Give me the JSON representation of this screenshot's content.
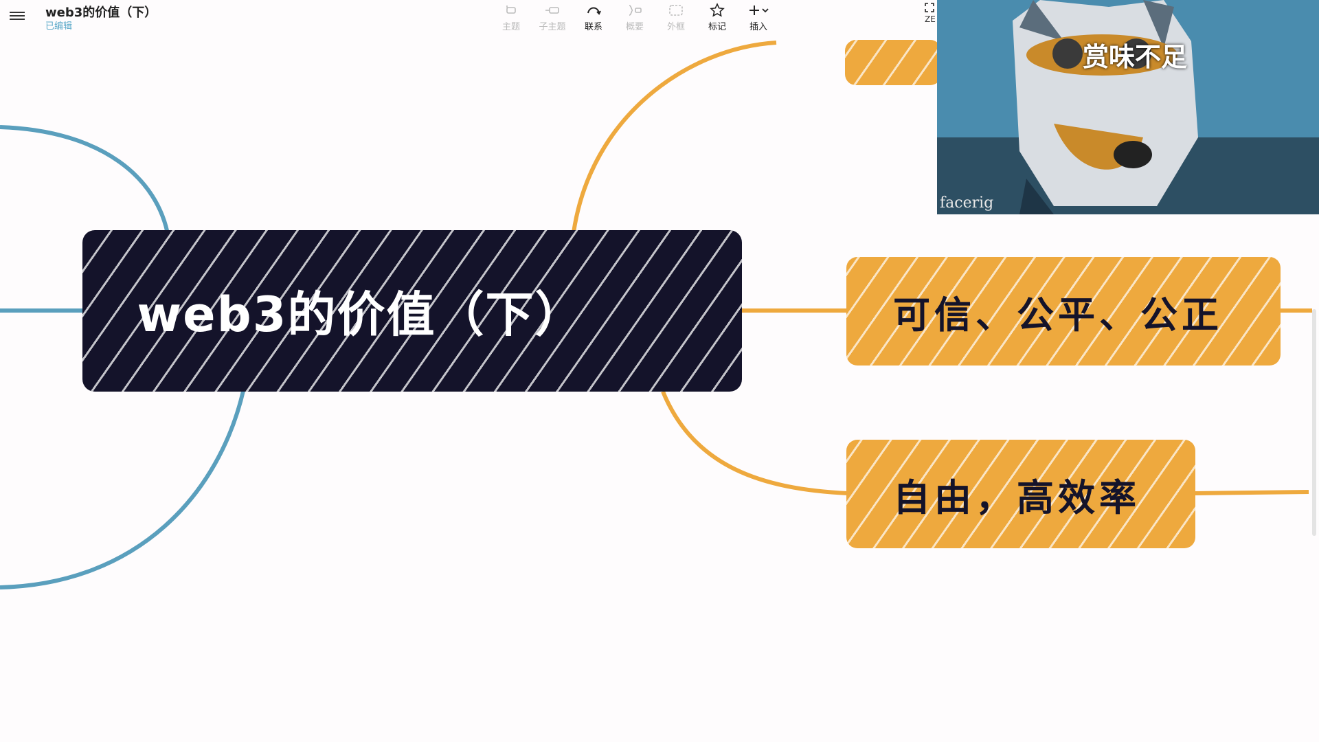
{
  "header": {
    "doc_title": "web3的价值（下）",
    "doc_status": "已编辑"
  },
  "toolbar": {
    "items": [
      {
        "label": "主题",
        "icon": "topic-icon",
        "enabled": false
      },
      {
        "label": "子主题",
        "icon": "subtopic-icon",
        "enabled": false
      },
      {
        "label": "联系",
        "icon": "relationship-icon",
        "enabled": true
      },
      {
        "label": "概要",
        "icon": "summary-icon",
        "enabled": false
      },
      {
        "label": "外框",
        "icon": "boundary-icon",
        "enabled": false
      },
      {
        "label": "标记",
        "icon": "star-icon",
        "enabled": true
      },
      {
        "label": "插入",
        "icon": "plus-icon",
        "enabled": true
      }
    ],
    "zen_label": "ZE"
  },
  "mindmap": {
    "root": "web3的价值（下）",
    "branches": [
      {
        "label": "可信、公平、公正"
      },
      {
        "label": "自由，高效率"
      }
    ],
    "colors": {
      "root": "#14132a",
      "branch": "#eea93e",
      "left_link": "#5a9fbd",
      "right_link": "#eea93e"
    }
  },
  "webcam": {
    "caption": "赏味不足",
    "logo": "facerig"
  }
}
